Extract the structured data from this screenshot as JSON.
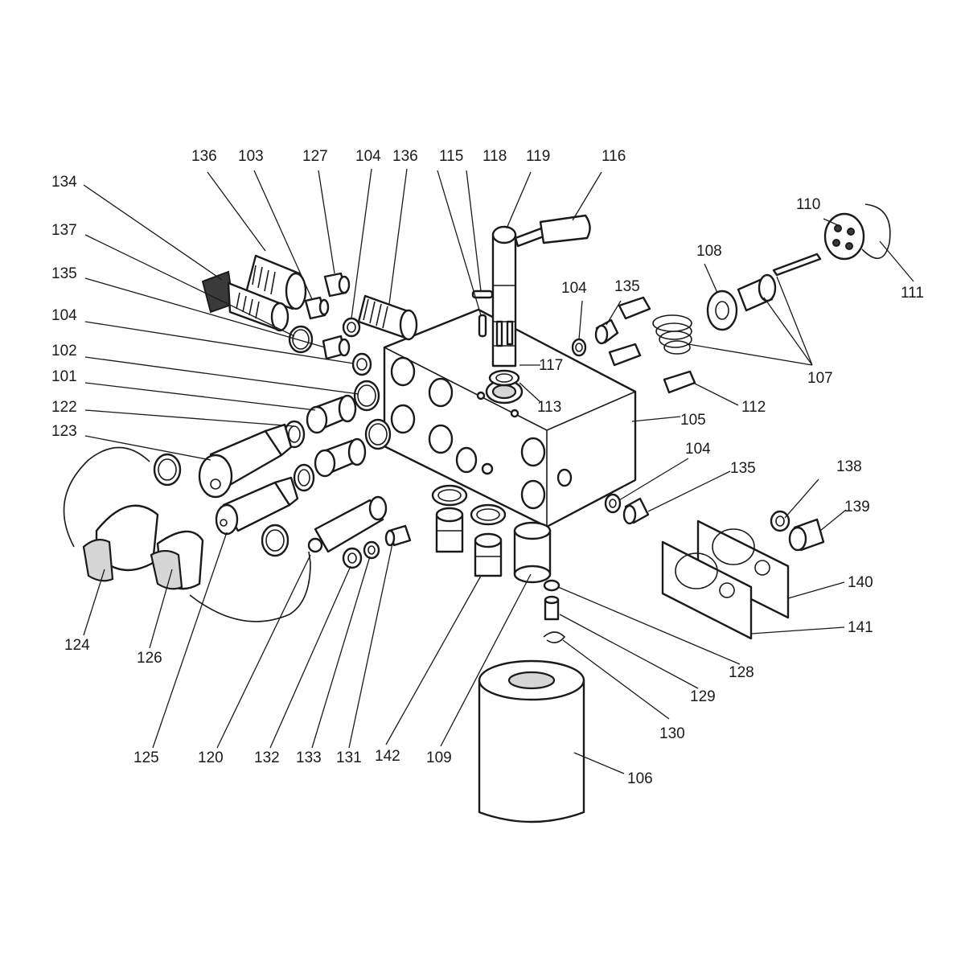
{
  "diagram": {
    "labels": {
      "l136a": "136",
      "l103": "103",
      "l127": "127",
      "l104a": "104",
      "l136b": "136",
      "l115": "115",
      "l118": "118",
      "l119": "119",
      "l116": "116",
      "l134": "134",
      "l137": "137",
      "l135a": "135",
      "l104b": "104",
      "l102": "102",
      "l101": "101",
      "l122": "122",
      "l123": "123",
      "l110": "110",
      "l111": "111",
      "l108": "108",
      "l104c": "104",
      "l135b": "135",
      "l107": "107",
      "l117": "117",
      "l113": "113",
      "l112": "112",
      "l105": "105",
      "l104d": "104",
      "l135c": "135",
      "l138": "138",
      "l139": "139",
      "l140": "140",
      "l141": "141",
      "l124": "124",
      "l126": "126",
      "l125": "125",
      "l120": "120",
      "l132": "132",
      "l133": "133",
      "l131": "131",
      "l142": "142",
      "l109": "109",
      "l128": "128",
      "l129": "129",
      "l130": "130",
      "l106": "106"
    }
  }
}
